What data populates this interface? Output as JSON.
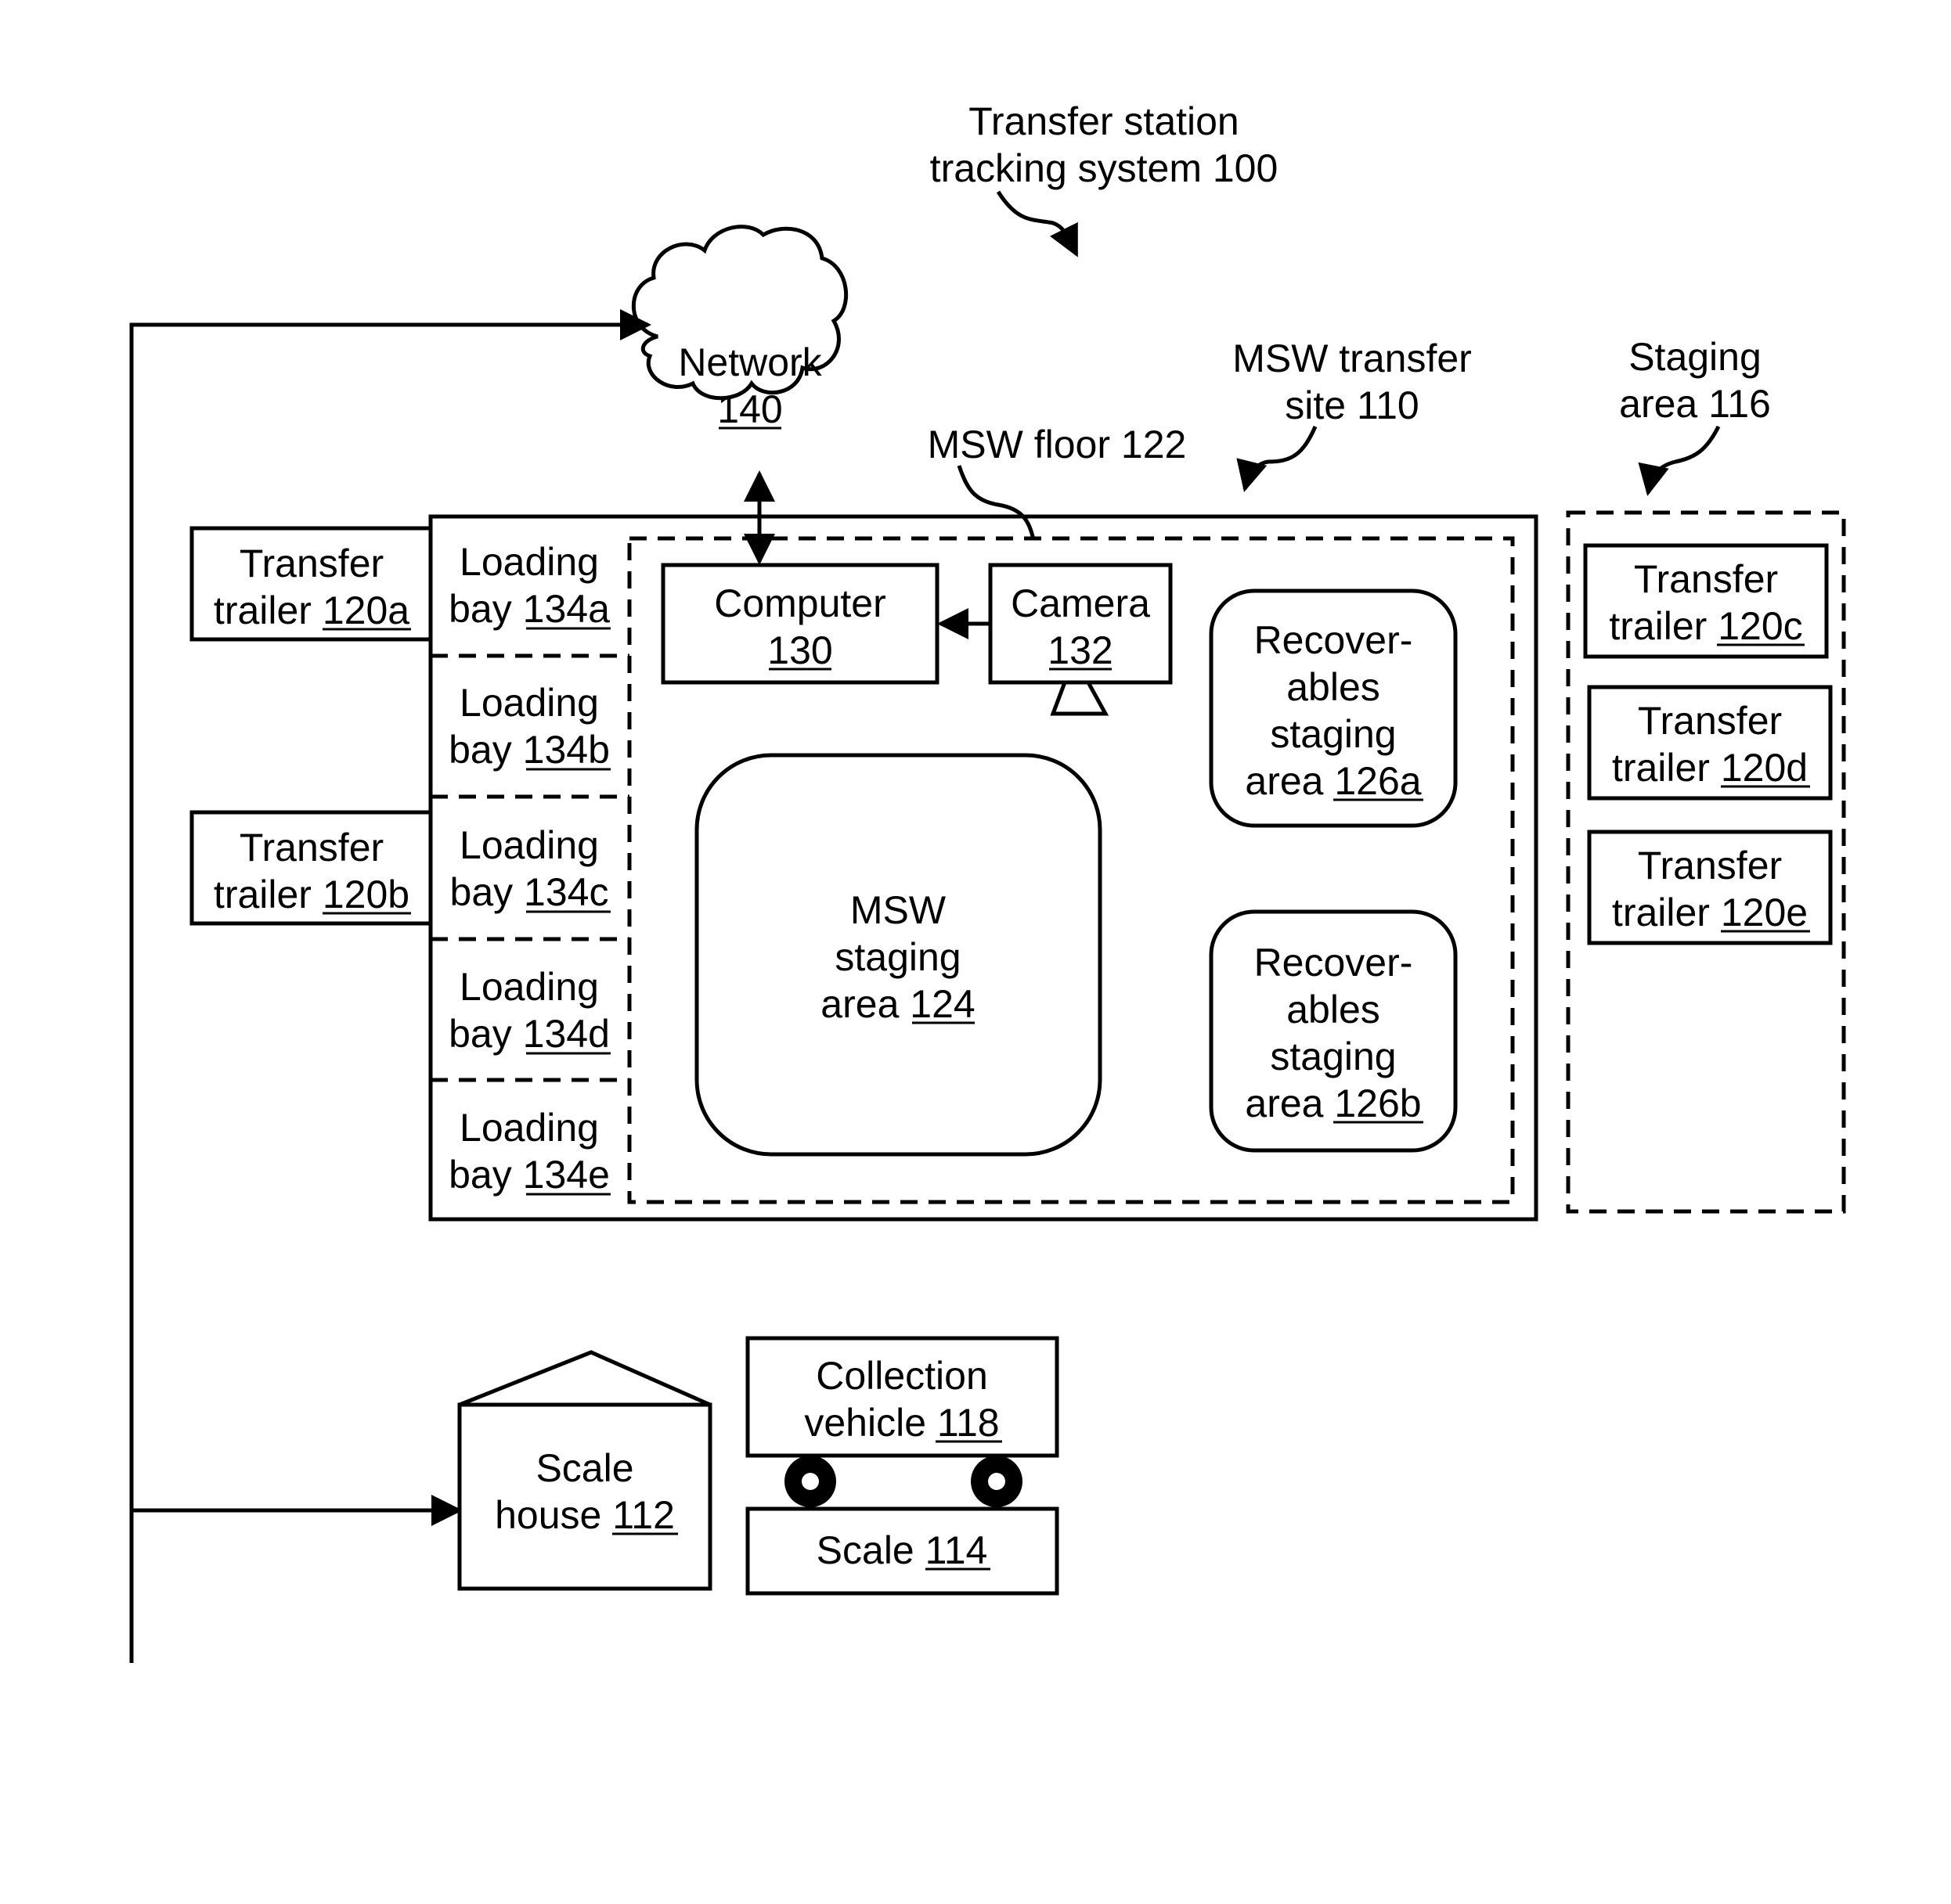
{
  "title": {
    "line1": "Transfer station",
    "line2": "tracking system 100"
  },
  "network": {
    "line1": "Network",
    "ref": "140"
  },
  "msw_floor": {
    "label": "MSW floor 122"
  },
  "msw_site": {
    "line1": "MSW transfer",
    "line2": "site 110"
  },
  "staging_area": {
    "line1": "Staging",
    "line2": "area 116"
  },
  "computer": {
    "line1": "Computer",
    "ref": "130"
  },
  "camera": {
    "line1": "Camera",
    "ref": "132"
  },
  "recov_a": {
    "line1": "Recover-",
    "line2": "ables",
    "line3": "staging",
    "prefix": "area ",
    "ref": "126a"
  },
  "recov_b": {
    "line1": "Recover-",
    "line2": "ables",
    "line3": "staging",
    "prefix": "area ",
    "ref": "126b"
  },
  "msw_staging": {
    "line1": "MSW",
    "line2": "staging",
    "prefix": "area ",
    "ref": "124"
  },
  "bays": [
    {
      "line1": "Loading",
      "prefix": "bay ",
      "ref": "134a"
    },
    {
      "line1": "Loading",
      "prefix": "bay ",
      "ref": "134b"
    },
    {
      "line1": "Loading",
      "prefix": "bay ",
      "ref": "134c"
    },
    {
      "line1": "Loading",
      "prefix": "bay ",
      "ref": "134d"
    },
    {
      "line1": "Loading",
      "prefix": "bay ",
      "ref": "134e"
    }
  ],
  "trailers": [
    {
      "line1": "Transfer",
      "prefix": "trailer ",
      "ref": "120a"
    },
    {
      "line1": "Transfer",
      "prefix": "trailer ",
      "ref": "120b"
    },
    {
      "line1": "Transfer",
      "prefix": "trailer ",
      "ref": "120c"
    },
    {
      "line1": "Transfer",
      "prefix": "trailer ",
      "ref": "120d"
    },
    {
      "line1": "Transfer",
      "prefix": "trailer ",
      "ref": "120e"
    }
  ],
  "scale_house": {
    "line1": "Scale",
    "prefix": "house ",
    "ref": "112"
  },
  "collection_vehicle": {
    "line1": "Collection",
    "prefix": "vehicle ",
    "ref": "118"
  },
  "scale": {
    "prefix": "Scale ",
    "ref": "114"
  }
}
